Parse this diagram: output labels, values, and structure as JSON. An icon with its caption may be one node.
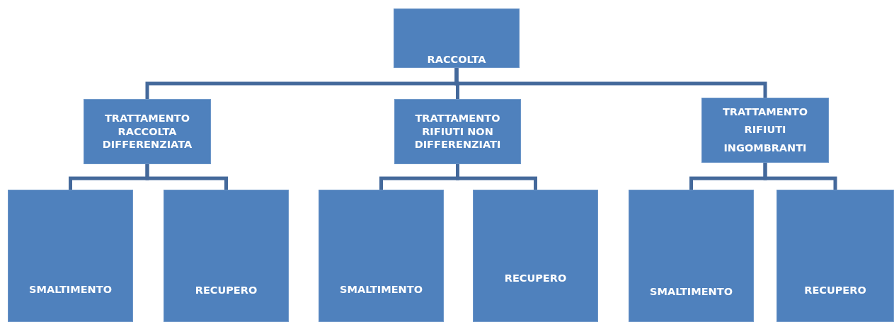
{
  "diagram": {
    "nodes": [
      {
        "text": [
          "RACCOLTA"
        ]
      },
      {
        "text": [
          "TRATTAMENTO RACCOLTA DIFFERENZIATA"
        ]
      },
      {
        "text": [
          "TRATTAMENTO RIFIUTI NON DIFFERENZIATI"
        ]
      },
      {
        "text": [
          "TRATTAMENTO RIFIUTI INGOMBRANTI"
        ]
      },
      {
        "text": [
          "SMALTIMENTO"
        ]
      },
      {
        "text": [
          "RECUPERO"
        ]
      },
      {
        "text": [
          "SMALTIMENTO"
        ]
      },
      {
        "text": [
          "RECUPERO"
        ]
      },
      {
        "text": [
          "SMALTIMENTO"
        ]
      },
      {
        "text": [
          "RECUPERO"
        ]
      }
    ],
    "edges": [
      {
        "from": 0,
        "to": 1,
        "arrow": "none"
      },
      {
        "from": 0,
        "to": 2,
        "arrow": "none"
      },
      {
        "from": 0,
        "to": 3,
        "arrow": "none"
      },
      {
        "from": 1,
        "to": 4,
        "arrow": "none"
      },
      {
        "from": 1,
        "to": 5,
        "arrow": "none"
      },
      {
        "from": 2,
        "to": 6,
        "arrow": "none"
      },
      {
        "from": 2,
        "to": 7,
        "arrow": "none"
      },
      {
        "from": 3,
        "to": 8,
        "arrow": "none"
      },
      {
        "from": 3,
        "to": 9,
        "arrow": "none"
      }
    ]
  }
}
